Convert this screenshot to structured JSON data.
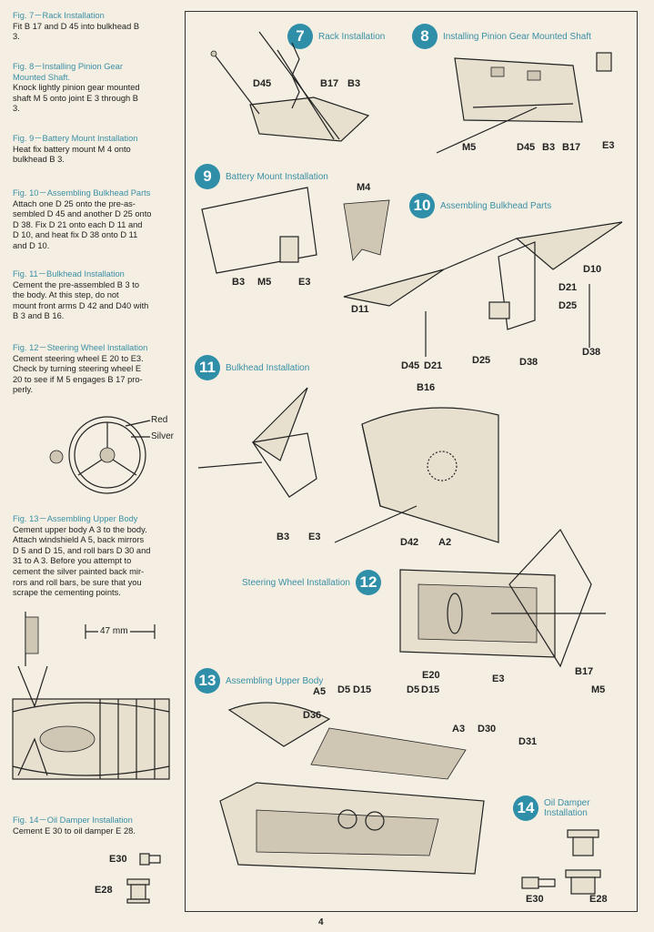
{
  "figures": [
    {
      "title": "Fig. 7－Rack Installation",
      "body": "Fit B 17 and D 45 into bulkhead B\n3."
    },
    {
      "title": "Fig. 8－Installing Pinion Gear\nMounted Shaft.",
      "body": "Knock lightly pinion gear mounted\nshaft M 5 onto joint E 3 through B\n3."
    },
    {
      "title": "Fig. 9－Battery Mount Installation",
      "body": "Heat fix battery mount M 4 onto\nbulkhead B 3."
    },
    {
      "title": "Fig. 10－Assembling Bulkhead Parts",
      "body": "Attach one D 25 onto the pre-as-\nsembled D 45 and another D 25 onto\nD 38. Fix D 21 onto each D 11 and\nD 10, and heat fix D 38 onto D 11\nand D 10."
    },
    {
      "title": "Fig. 11－Bulkhead Installation",
      "body": "Cement the pre-assembled B 3 to\nthe body. At this step, do not\nmount front arms D 42 and D40 with\nB 3 and B 16."
    },
    {
      "title": "Fig. 12－Steering Wheel Installation",
      "body": "Cement steering wheel E 20 to E3.\nCheck by turning steering wheel E\n20 to see if M 5 engages B 17 pro-\nperly."
    },
    {
      "title": "Fig. 13－Assembling Upper Body",
      "body": "Cement upper body A 3 to the body.\nAttach windshield A 5, back mirrors\nD 5 and D 15, and roll bars D 30 and\n31 to A 3. Before you attempt to\ncement the silver painted back mir-\nrors and roll bars, be sure that you\nscrape the cementing points."
    },
    {
      "title": "Fig. 14－Oil Damper Installation",
      "body": "Cement E 30 to oil damper E 28."
    }
  ],
  "wheel_labels": {
    "red": "Red",
    "silver": "Silver"
  },
  "measure": "47 mm",
  "left_parts": {
    "e30": "E30",
    "e28": "E28"
  },
  "steps": [
    {
      "num": "7",
      "title": "Rack Installation"
    },
    {
      "num": "8",
      "title": "Installing Pinion Gear Mounted Shaft"
    },
    {
      "num": "9",
      "title": "Battery Mount Installation"
    },
    {
      "num": "10",
      "title": "Assembling Bulkhead Parts"
    },
    {
      "num": "11",
      "title": "Bulkhead Installation"
    },
    {
      "num": "12",
      "title": "Steering Wheel Installation"
    },
    {
      "num": "13",
      "title": "Assembling Upper Body"
    },
    {
      "num": "14",
      "title": "Oil Damper\nInstallation"
    }
  ],
  "part_labels": {
    "s7": [
      "D45",
      "B17",
      "B3"
    ],
    "s8": [
      "M5",
      "D45",
      "B3",
      "B17",
      "E3"
    ],
    "s9": [
      "M4",
      "B3",
      "M5",
      "E3"
    ],
    "s10": [
      "D10",
      "D21",
      "D25",
      "D11",
      "D38",
      "D45",
      "D21",
      "D25",
      "D38"
    ],
    "s11": [
      "B16",
      "B3",
      "E3",
      "D42",
      "A2"
    ],
    "s12": [
      "E20",
      "E3",
      "B17",
      "M5"
    ],
    "s13": [
      "A5",
      "D5",
      "D15",
      "D5",
      "D15",
      "D36",
      "A3",
      "D30",
      "D31"
    ],
    "s14": [
      "E30",
      "E28"
    ]
  },
  "page_number": "4",
  "colors": {
    "accent": "#2f8ea8",
    "paper": "#f4efe2"
  }
}
